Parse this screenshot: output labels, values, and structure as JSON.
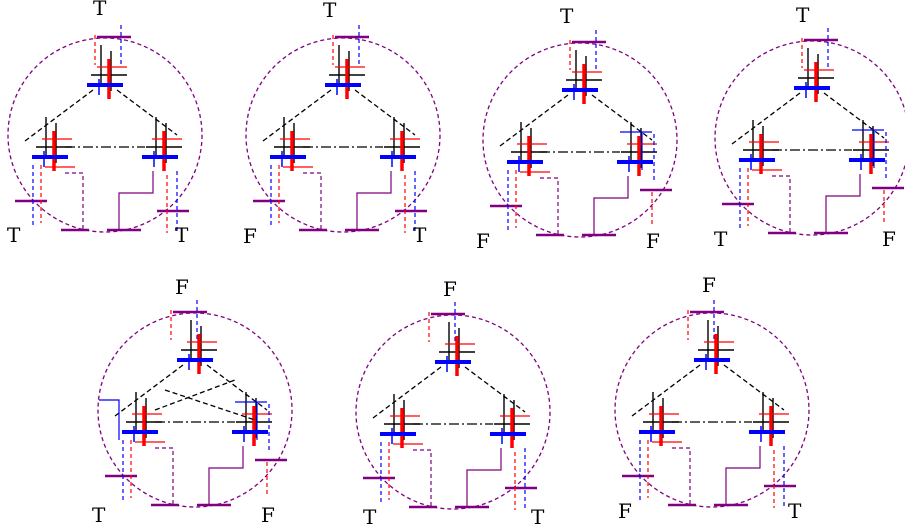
{
  "diagrams": [
    {
      "id": "d1",
      "labels": {
        "top": "T",
        "left": "T",
        "right": "T"
      },
      "variant": "A"
    },
    {
      "id": "d2",
      "labels": {
        "top": "T",
        "left": "F",
        "right": "T"
      },
      "variant": "A"
    },
    {
      "id": "d3",
      "labels": {
        "top": "T",
        "left": "F",
        "right": "F"
      },
      "variant": "B"
    },
    {
      "id": "d4",
      "labels": {
        "top": "T",
        "left": "T",
        "right": "F"
      },
      "variant": "B"
    },
    {
      "id": "d5",
      "labels": {
        "top": "F",
        "left": "T",
        "right": "F"
      },
      "variant": "C"
    },
    {
      "id": "d6",
      "labels": {
        "top": "F",
        "left": "T",
        "right": "T"
      },
      "variant": "D"
    },
    {
      "id": "d7",
      "labels": {
        "top": "F",
        "left": "F",
        "right": "T"
      },
      "variant": "D"
    }
  ],
  "colors": {
    "circle": "#800080",
    "red": "#ff0000",
    "blue": "#0000ff",
    "purple": "#800080",
    "black": "#000000"
  }
}
